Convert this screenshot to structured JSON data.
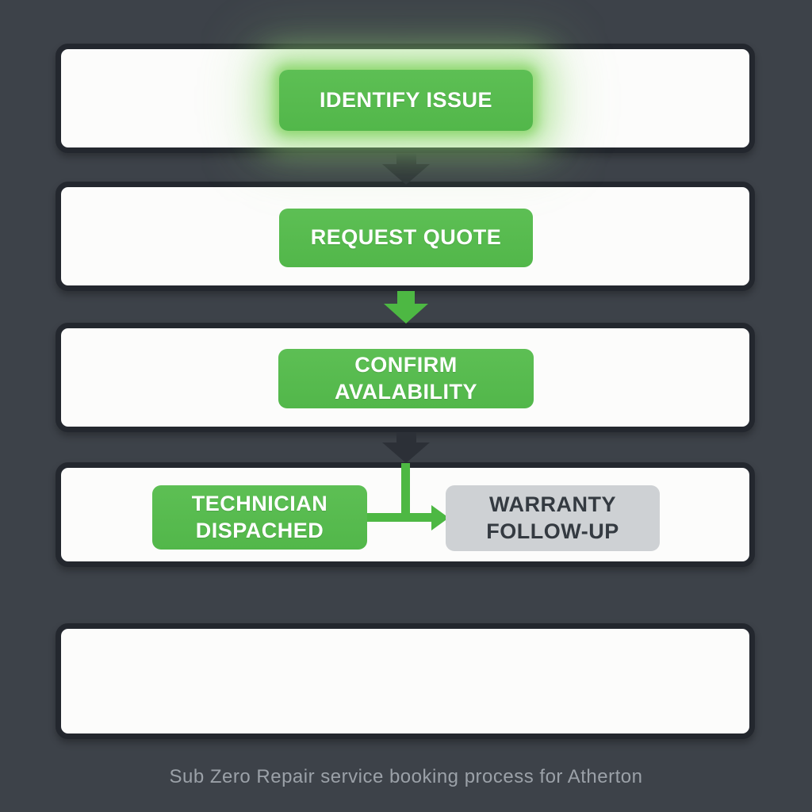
{
  "diagram": {
    "caption": "Sub Zero Repair service booking process for Atherton",
    "steps": [
      {
        "id": "identify-issue",
        "label": "IDENTIFY ISSUE",
        "style": "green",
        "highlighted": true
      },
      {
        "id": "request-quote",
        "label": "REQUEST QUOTE",
        "style": "green",
        "highlighted": false
      },
      {
        "id": "confirm-availability",
        "label": "CONFIRM AVALABILITY",
        "style": "green",
        "highlighted": false
      },
      {
        "id": "technician-dispatched",
        "label": "TECHNICIAN DISPACHED",
        "style": "green",
        "highlighted": false
      },
      {
        "id": "warranty-follow-up",
        "label": "WARRANTY FOLLOW-UP",
        "style": "gray",
        "highlighted": false
      }
    ],
    "connectors": [
      {
        "from": "identify-issue",
        "to": "request-quote",
        "shape": "down-arrow",
        "color": "dark"
      },
      {
        "from": "request-quote",
        "to": "confirm-availability",
        "shape": "down-arrow",
        "color": "green"
      },
      {
        "from": "confirm-availability",
        "to": "technician-dispatched",
        "shape": "down-arrow",
        "color": "dark"
      },
      {
        "from": "technician-dispatched",
        "to": "warranty-follow-up",
        "shape": "elbow-right",
        "color": "green"
      }
    ],
    "colors": {
      "background": "#3d4249",
      "box_fill": "#fcfcfb",
      "box_border": "#23272e",
      "green_button": "#55b94e",
      "green_glow": "#8cd66e",
      "green_connector": "#4db843",
      "gray_button": "#ced1d4",
      "gray_button_text": "#343a41",
      "dark_arrow": "#2c3037",
      "button_text": "#ffffff",
      "caption_text": "#9ba1a8"
    }
  }
}
